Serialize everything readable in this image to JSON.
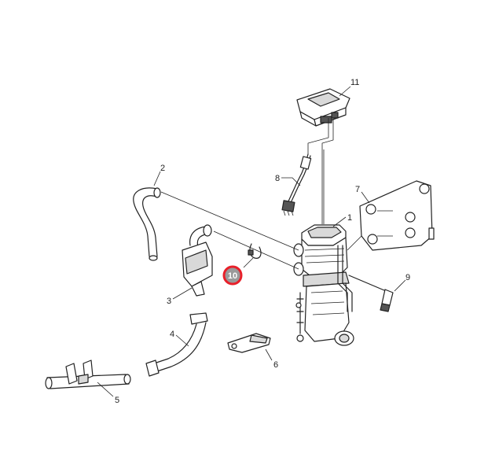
{
  "callouts": [
    {
      "id": "1",
      "label": "1"
    },
    {
      "id": "2",
      "label": "2"
    },
    {
      "id": "3",
      "label": "3"
    },
    {
      "id": "4",
      "label": "4"
    },
    {
      "id": "5",
      "label": "5"
    },
    {
      "id": "6",
      "label": "6"
    },
    {
      "id": "7",
      "label": "7"
    },
    {
      "id": "8",
      "label": "8"
    },
    {
      "id": "9",
      "label": "9"
    },
    {
      "id": "10",
      "label": "10",
      "highlighted": true
    },
    {
      "id": "11",
      "label": "11"
    }
  ],
  "colors": {
    "line": "#222222",
    "highlight_ring": "#e8202a",
    "highlight_fill": "#9a9a9a",
    "background": "#ffffff"
  }
}
